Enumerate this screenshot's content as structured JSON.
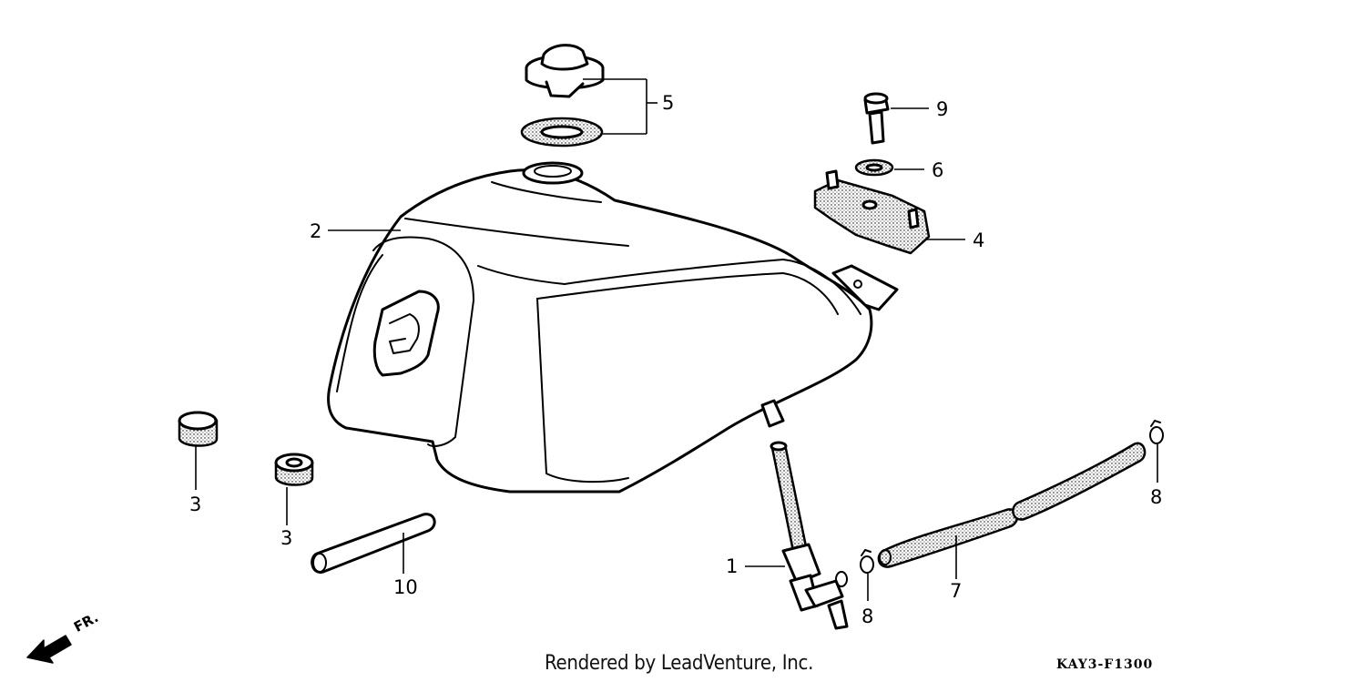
{
  "callouts": {
    "c1": "1",
    "c2": "2",
    "c3a": "3",
    "c3b": "3",
    "c4": "4",
    "c5": "5",
    "c6": "6",
    "c7": "7",
    "c8a": "8",
    "c8b": "8",
    "c9": "9",
    "c10": "10"
  },
  "direction_label": "FR.",
  "credit": "Rendered by LeadVenture, Inc.",
  "diagram_code": "KAY3-F1300"
}
